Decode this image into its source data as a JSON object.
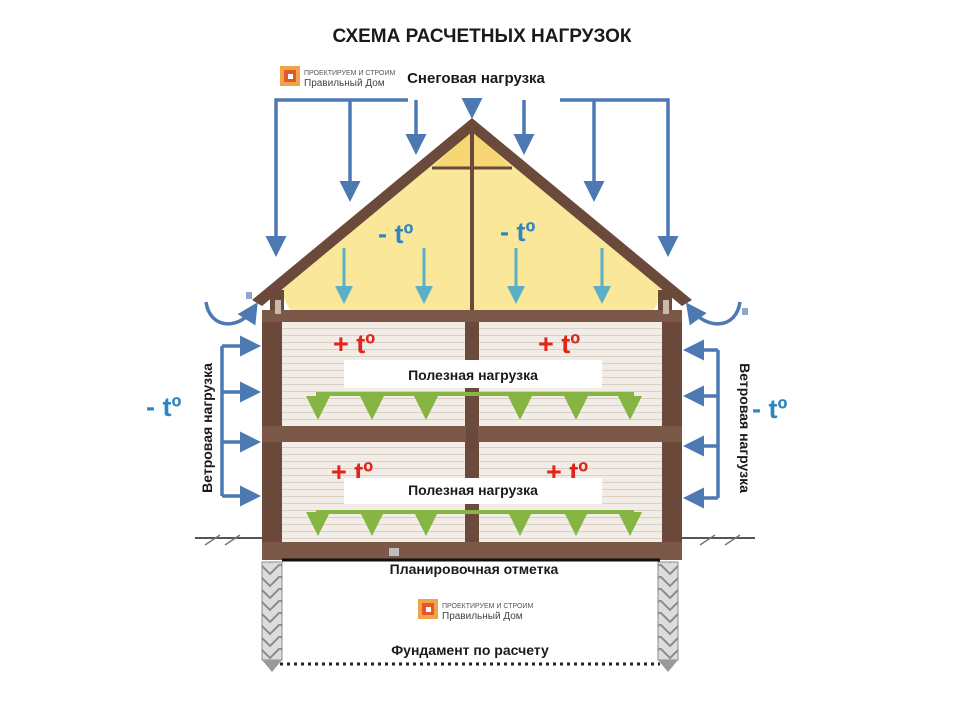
{
  "title": "СХЕМА РАСЧЕТНЫХ НАГРУЗОК",
  "labels": {
    "snow": "Снеговая нагрузка",
    "wind_left": "Ветровая нагрузка",
    "wind_right": "Ветровая нагрузка",
    "useful_upper": "Полезная нагрузка",
    "useful_lower": "Полезная нагрузка",
    "grade": "Планировочная отметка",
    "foundation": "Фундамент по расчету"
  },
  "temps": {
    "attic_left": "- tº",
    "attic_right": "- tº",
    "upper_left": "+ tº",
    "upper_right": "+ tº",
    "lower_left": "+ tº",
    "lower_right": "+ tº",
    "outside_left": "- tº",
    "outside_right": "- tº"
  },
  "logo": {
    "line1": "ПРОЕКТИРУЕМ И СТРОИМ",
    "line2": "Правильный Дом"
  },
  "colors": {
    "load_arrows": "#4d79b3",
    "useful_arrows": "#86b543",
    "cold": "#2e86c1",
    "hot": "#e3241b",
    "attic_fill": "#fbe79a",
    "wall": "#6b4a3c"
  }
}
